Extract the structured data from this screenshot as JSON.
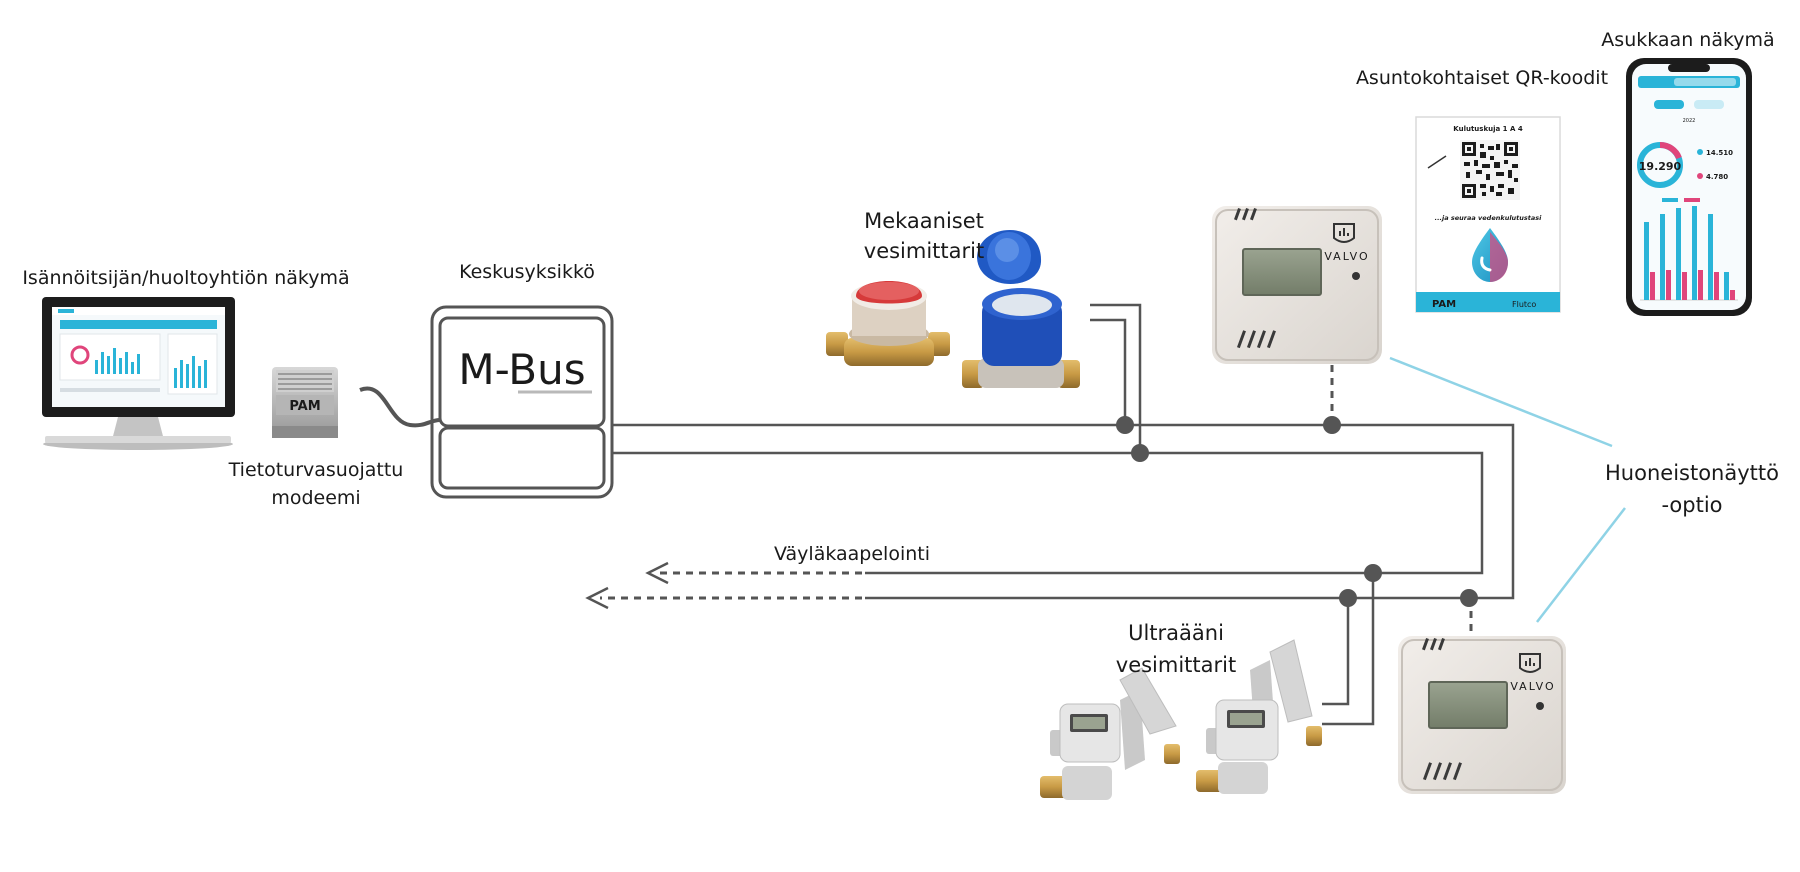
{
  "labels": {
    "manager_view": "Isännöitsijän/huoltoyhtiön näkymä",
    "central_unit": "Keskusyksikkö",
    "mbus": "M-Bus",
    "modem_line1": "Tietoturvasuojattu",
    "modem_line2": "modeemi",
    "mechanical_line1": "Mekaaniset",
    "mechanical_line2": "vesimittarit",
    "qr_codes": "Asuntokohtaiset QR-koodit",
    "resident_view": "Asukkaan näkymä",
    "bus_cabling": "Väyläkaapelointi",
    "apartment_display_line1": "Huoneistonäyttö",
    "apartment_display_line2": "-optio",
    "ultrasonic_line1": "Ultraääni",
    "ultrasonic_line2": "vesimittarit"
  },
  "devices": {
    "modem_brand": "PAM",
    "display_brand": "VALVO",
    "qr_title": "Kulutuskuja 1 A 4",
    "qr_caption": "...ja seuraa vedenkulutustasi",
    "qr_brand_left": "PAM",
    "qr_brand_right": "Flutco",
    "phone_reading_main": "19.290",
    "phone_reading_1": "14.510",
    "phone_reading_2": "4.780",
    "phone_year": "2022"
  },
  "colors": {
    "wire": "#555555",
    "junction": "#555555",
    "callout": "#8fd3e6",
    "accent_blue": "#2ab4d8",
    "accent_pink": "#e0457b",
    "meter_red": "#d63a3a",
    "meter_blue": "#1f4fb8",
    "brass": "#c89a45"
  },
  "icons": [
    "monitor-icon",
    "modem-icon",
    "central-unit-icon",
    "mechanical-meter-icon",
    "ultrasonic-meter-icon",
    "apartment-display-icon",
    "qr-card-icon",
    "phone-icon"
  ]
}
